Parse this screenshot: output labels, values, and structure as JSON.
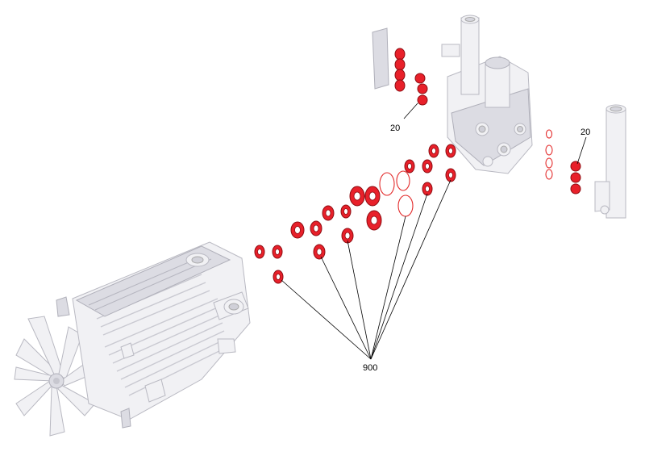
{
  "callouts": {
    "label_20_top": "20",
    "label_20_right": "20",
    "label_900": "900"
  },
  "colors": {
    "seal_red": "#e8202a",
    "part_white": "#f1f1f4",
    "outline_grey": "#b9b9c2"
  }
}
